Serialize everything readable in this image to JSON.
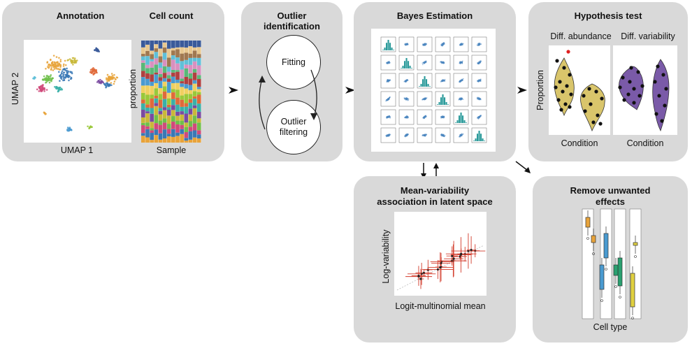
{
  "panels": {
    "annotation": {
      "title": "Annotation",
      "x_axis": "UMAP 1",
      "y_axis": "UMAP 2"
    },
    "cell_count": {
      "title": "Cell count",
      "x_axis": "Sample",
      "y_axis": "proportion"
    },
    "outlier": {
      "title_line1": "Outlier",
      "title_line2": "identification",
      "step1": "Fitting",
      "step2_line1": "Outlier",
      "step2_line2": "filtering"
    },
    "bayes": {
      "title": "Bayes Estimation"
    },
    "hypothesis": {
      "title": "Hypothesis test",
      "sub_left": "Diff. abundance",
      "sub_right": "Diff. variability",
      "y_axis": "Proportion",
      "x_left": "Condition",
      "x_right": "Condition"
    },
    "mean_var": {
      "title_line1": "Mean-variability",
      "title_line2": "association in latent space",
      "x_axis": "Logit-multinomial mean",
      "y_axis": "Log-variability"
    },
    "remove": {
      "title_line1": "Remove unwanted",
      "title_line2": "effects",
      "x_axis": "Cell type"
    }
  },
  "colors": {
    "panel_bg": "#d9d9d9",
    "violin_yellow": "#d9c56b",
    "violin_purple": "#7a5aa8",
    "scatter_blue": "#4a86c0",
    "error_red": "#d23a2a",
    "outlier_dot": "#e02020"
  },
  "stacked_colors": [
    "#e8a33a",
    "#3a78b5",
    "#d04a7a",
    "#6fbf4a",
    "#c9b83a",
    "#7a4aa0",
    "#3ab0a8",
    "#e06a3a",
    "#9ac83a",
    "#f0d060",
    "#4a9ad0",
    "#b04040",
    "#5ab878",
    "#d890c0",
    "#60c0d8",
    "#a07850",
    "#e8c890",
    "#3a5a9a"
  ],
  "icons": [
    "arrow-right-icon",
    "arrow-down-icon",
    "arrow-up-icon",
    "arrow-diagonal-icon"
  ]
}
